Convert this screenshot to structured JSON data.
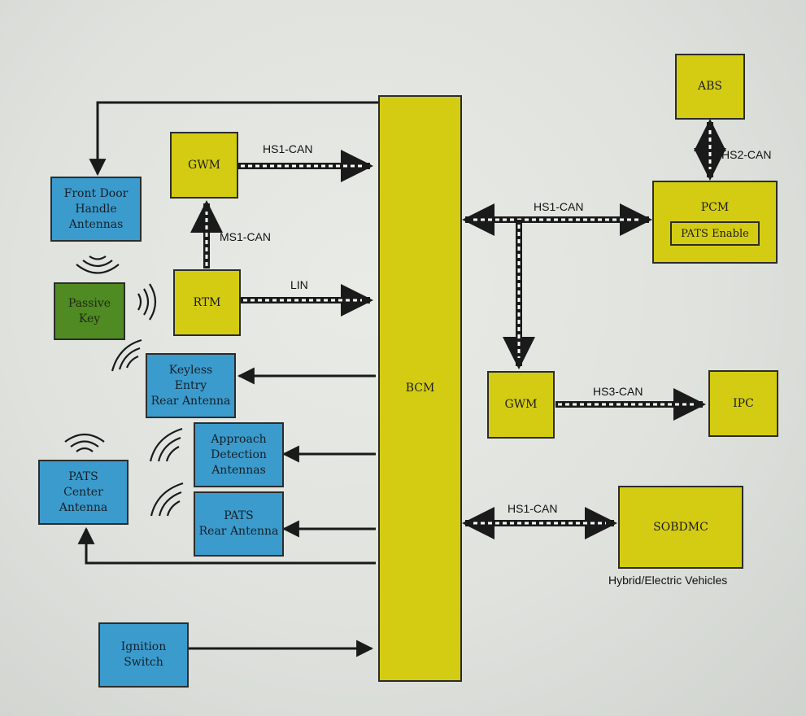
{
  "modules": {
    "bcm": "BCM",
    "gwm_top": "GWM",
    "rtm": "RTM",
    "abs": "ABS",
    "pcm": "PCM",
    "pats_enable": "PATS Enable",
    "gwm_right": "GWM",
    "ipc": "IPC",
    "sobdmc": "SOBDMC",
    "front_door": "Front Door\nHandle\nAntennas",
    "passive_key": "Passive\nKey",
    "keyless_entry": "Keyless\nEntry\nRear Antenna",
    "approach_detection": "Approach\nDetection\nAntennas",
    "pats_center": "PATS\nCenter\nAntenna",
    "pats_rear": "PATS\nRear Antenna",
    "ignition": "Ignition\nSwitch"
  },
  "buses": {
    "gwm_bcm": "HS1-CAN",
    "rtm_gwm": "MS1-CAN",
    "rtm_bcm": "LIN",
    "abs_pcm": "HS2-CAN",
    "bcm_pcm": "HS1-CAN",
    "gwm_ipc": "HS3-CAN",
    "bcm_sobdmc": "HS1-CAN"
  },
  "notes": {
    "sobdmc_caption": "Hybrid/Electric Vehicles"
  },
  "colors": {
    "module_yellow": "#d4cc13",
    "antenna_blue": "#3b9bcc",
    "key_green": "#4f8a22",
    "line": "#1a1a1a"
  }
}
